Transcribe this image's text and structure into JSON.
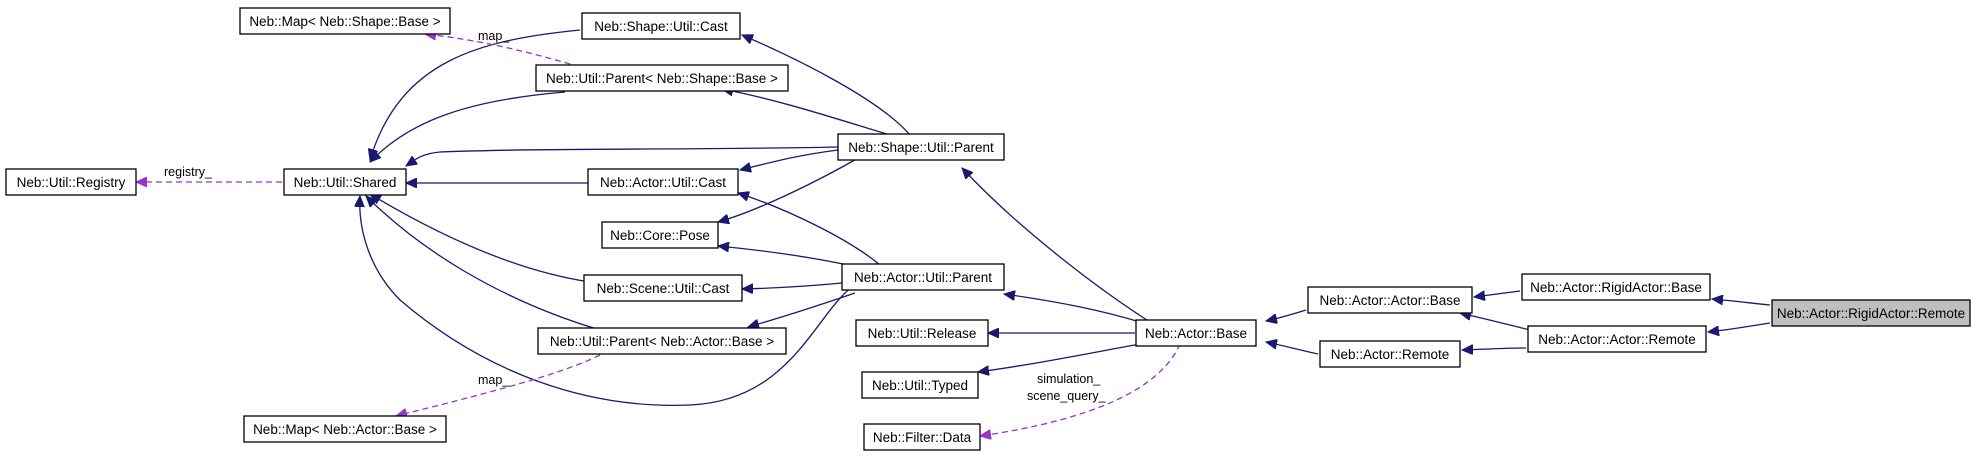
{
  "colors": {
    "inheritance": "#191970",
    "member": "#9a32cd",
    "focus_fill": "#bfbfbf"
  },
  "nodes": {
    "map_shape": "Neb::Map< Neb::Shape::Base >",
    "shape_util_cast": "Neb::Shape::Util::Cast",
    "parent_shape": "Neb::Util::Parent< Neb::Shape::Base >",
    "shape_util_parent": "Neb::Shape::Util::Parent",
    "util_registry": "Neb::Util::Registry",
    "util_shared": "Neb::Util::Shared",
    "actor_util_cast": "Neb::Actor::Util::Cast",
    "core_pose": "Neb::Core::Pose",
    "scene_util_cast": "Neb::Scene::Util::Cast",
    "actor_util_parent": "Neb::Actor::Util::Parent",
    "parent_actor": "Neb::Util::Parent< Neb::Actor::Base >",
    "util_release": "Neb::Util::Release",
    "util_typed": "Neb::Util::Typed",
    "filter_data": "Neb::Filter::Data",
    "map_actor": "Neb::Map< Neb::Actor::Base >",
    "actor_base": "Neb::Actor::Base",
    "actor_actor_base": "Neb::Actor::Actor::Base",
    "actor_remote": "Neb::Actor::Remote",
    "rigidactor_base": "Neb::Actor::RigidActor::Base",
    "actor_actor_remote": "Neb::Actor::Actor::Remote",
    "rigidactor_remote": "Neb::Actor::RigidActor::Remote"
  },
  "edge_labels": {
    "map_shape": "map_",
    "registry": "registry_",
    "map_actor": "map_",
    "simulation": "simulation_",
    "scene_query": "scene_query_"
  }
}
